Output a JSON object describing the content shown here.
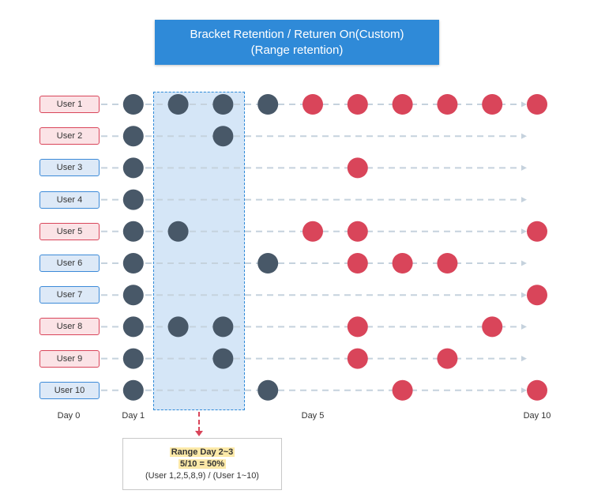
{
  "title": {
    "line1": "Bracket Retention / Returen On(Custom)",
    "line2": "(Range retention)"
  },
  "users": [
    {
      "label": "User 1",
      "color": "red",
      "dots": [
        {
          "day": 1,
          "c": "dark"
        },
        {
          "day": 2,
          "c": "dark"
        },
        {
          "day": 3,
          "c": "dark"
        },
        {
          "day": 4,
          "c": "dark"
        },
        {
          "day": 5,
          "c": "red"
        },
        {
          "day": 6,
          "c": "red"
        },
        {
          "day": 7,
          "c": "red"
        },
        {
          "day": 8,
          "c": "red"
        },
        {
          "day": 9,
          "c": "red"
        },
        {
          "day": 10,
          "c": "red"
        }
      ]
    },
    {
      "label": "User 2",
      "color": "red",
      "dots": [
        {
          "day": 1,
          "c": "dark"
        },
        {
          "day": 3,
          "c": "dark"
        }
      ]
    },
    {
      "label": "User 3",
      "color": "blue",
      "dots": [
        {
          "day": 1,
          "c": "dark"
        },
        {
          "day": 6,
          "c": "red"
        }
      ]
    },
    {
      "label": "User 4",
      "color": "blue",
      "dots": [
        {
          "day": 1,
          "c": "dark"
        }
      ]
    },
    {
      "label": "User 5",
      "color": "red",
      "dots": [
        {
          "day": 1,
          "c": "dark"
        },
        {
          "day": 2,
          "c": "dark"
        },
        {
          "day": 5,
          "c": "red"
        },
        {
          "day": 6,
          "c": "red"
        },
        {
          "day": 10,
          "c": "red"
        }
      ]
    },
    {
      "label": "User 6",
      "color": "blue",
      "dots": [
        {
          "day": 1,
          "c": "dark"
        },
        {
          "day": 4,
          "c": "dark"
        },
        {
          "day": 6,
          "c": "red"
        },
        {
          "day": 7,
          "c": "red"
        },
        {
          "day": 8,
          "c": "red"
        }
      ]
    },
    {
      "label": "User 7",
      "color": "blue",
      "dots": [
        {
          "day": 1,
          "c": "dark"
        },
        {
          "day": 10,
          "c": "red"
        }
      ]
    },
    {
      "label": "User 8",
      "color": "red",
      "dots": [
        {
          "day": 1,
          "c": "dark"
        },
        {
          "day": 2,
          "c": "dark"
        },
        {
          "day": 3,
          "c": "dark"
        },
        {
          "day": 6,
          "c": "red"
        },
        {
          "day": 9,
          "c": "red"
        }
      ]
    },
    {
      "label": "User 9",
      "color": "red",
      "dots": [
        {
          "day": 1,
          "c": "dark"
        },
        {
          "day": 3,
          "c": "dark"
        },
        {
          "day": 6,
          "c": "red"
        },
        {
          "day": 8,
          "c": "red"
        }
      ]
    },
    {
      "label": "User 10",
      "color": "blue",
      "dots": [
        {
          "day": 1,
          "c": "dark"
        },
        {
          "day": 4,
          "c": "dark"
        },
        {
          "day": 7,
          "c": "red"
        },
        {
          "day": 10,
          "c": "red"
        }
      ]
    }
  ],
  "day_labels": [
    {
      "day": 0,
      "text": "Day 0"
    },
    {
      "day": 1,
      "text": "Day 1"
    },
    {
      "day": 5,
      "text": "Day 5"
    },
    {
      "day": 10,
      "text": "Day 10"
    }
  ],
  "summary": {
    "line1": "Range Day 2~3",
    "line2": "5/10 = 50%",
    "line3": "(User 1,2,5,8,9) / (User 1~10)"
  },
  "colors": {
    "dark_dot": "#485868",
    "red_dot": "#d9455a",
    "dashed_line": "#c5d2dd",
    "accent_blue": "#2f8ad8"
  }
}
